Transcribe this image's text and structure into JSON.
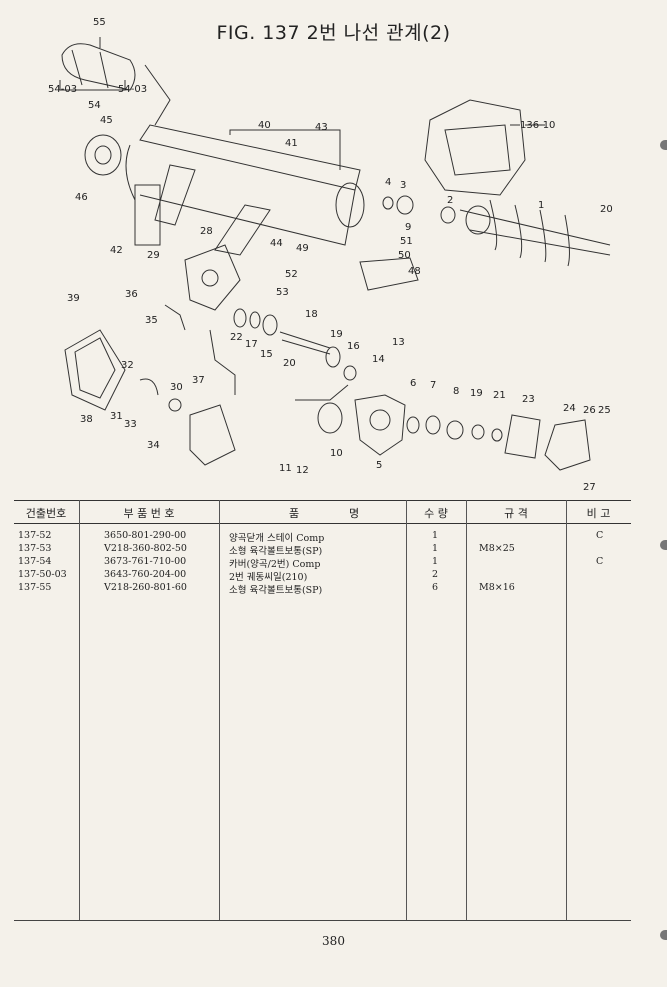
{
  "figure": {
    "title": "FIG. 137  2번 나선 관계(2)",
    "callouts": [
      "55",
      "54-03",
      "54-03",
      "54",
      "45",
      "46",
      "42",
      "40",
      "41",
      "43",
      "136-10",
      "4",
      "3",
      "2",
      "1",
      "20",
      "9",
      "51",
      "50",
      "48",
      "49",
      "44",
      "28",
      "29",
      "36",
      "35",
      "39",
      "52",
      "53",
      "18",
      "22",
      "17",
      "15",
      "20",
      "19",
      "16",
      "14",
      "13",
      "32",
      "31",
      "33",
      "30",
      "37",
      "38",
      "34",
      "6",
      "7",
      "8",
      "19",
      "21",
      "23",
      "24",
      "26",
      "25",
      "27",
      "10",
      "11",
      "12",
      "5"
    ]
  },
  "table": {
    "headers": {
      "col1": "건출번호",
      "col2": "부 품 번 호",
      "col3a": "품",
      "col3b": "명",
      "col4": "수 량",
      "col5": "규 격",
      "col6": "비 고"
    },
    "rows": [
      {
        "no": "137-52",
        "part": "3650-801-290-00",
        "name": "양곡닫개 스테이 Comp",
        "qty": "1",
        "spec": "",
        "note": "C"
      },
      {
        "no": "137-53",
        "part": "V218-360-802-50",
        "name": "소형 육각볼트보통(SP)",
        "qty": "1",
        "spec": "M8×25",
        "note": ""
      },
      {
        "no": "137-54",
        "part": "3673-761-710-00",
        "name": "카버(양곡/2번) Comp",
        "qty": "1",
        "spec": "",
        "note": "C"
      },
      {
        "no": "137-50-03",
        "part": "3643-760-204-00",
        "name": "2번 궤동씨일(210)",
        "qty": "2",
        "spec": "",
        "note": ""
      },
      {
        "no": "137-55",
        "part": "V218-260-801-60",
        "name": "소형 육각볼트보통(SP)",
        "qty": "6",
        "spec": "M8×16",
        "note": ""
      }
    ]
  },
  "page_number": "380"
}
